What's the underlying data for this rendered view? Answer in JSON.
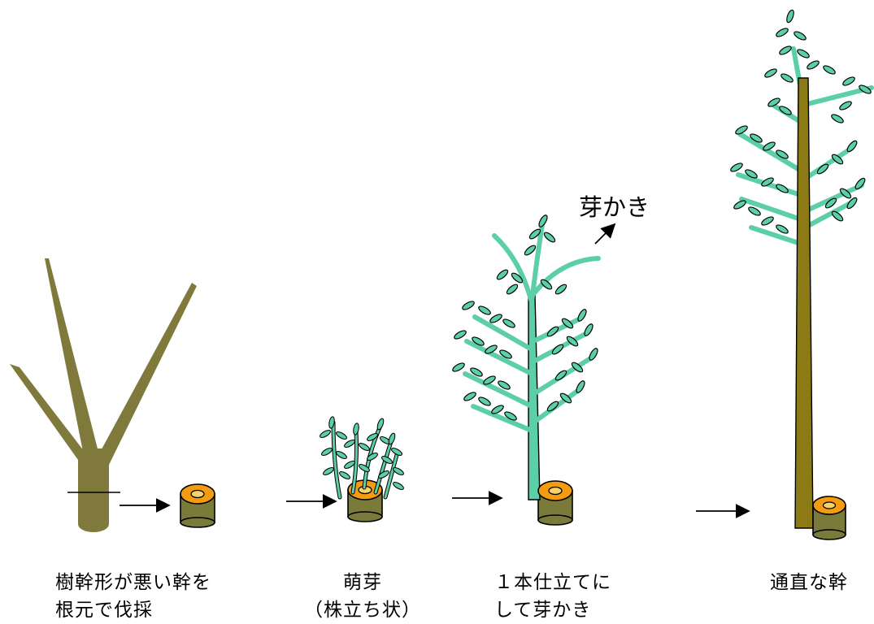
{
  "stages": [
    {
      "caption_lines": [
        "樹幹形が悪い幹を",
        "根元で伐採"
      ]
    },
    {
      "caption_lines": [
        "萌芽",
        "（株立ち状）"
      ]
    },
    {
      "caption_lines": [
        "１本仕立てに",
        "して芽かき"
      ]
    },
    {
      "caption_lines": [
        "通直な幹"
      ]
    }
  ],
  "annotation": {
    "label": "芽かき"
  },
  "colors": {
    "trunk_old": "#7f7a3b",
    "trunk_straight": "#8c7a14",
    "sprout": "#5ccfa6",
    "stump_side": "#7a7b3a",
    "stump_top": "#f39c12",
    "outline": "#000000"
  }
}
